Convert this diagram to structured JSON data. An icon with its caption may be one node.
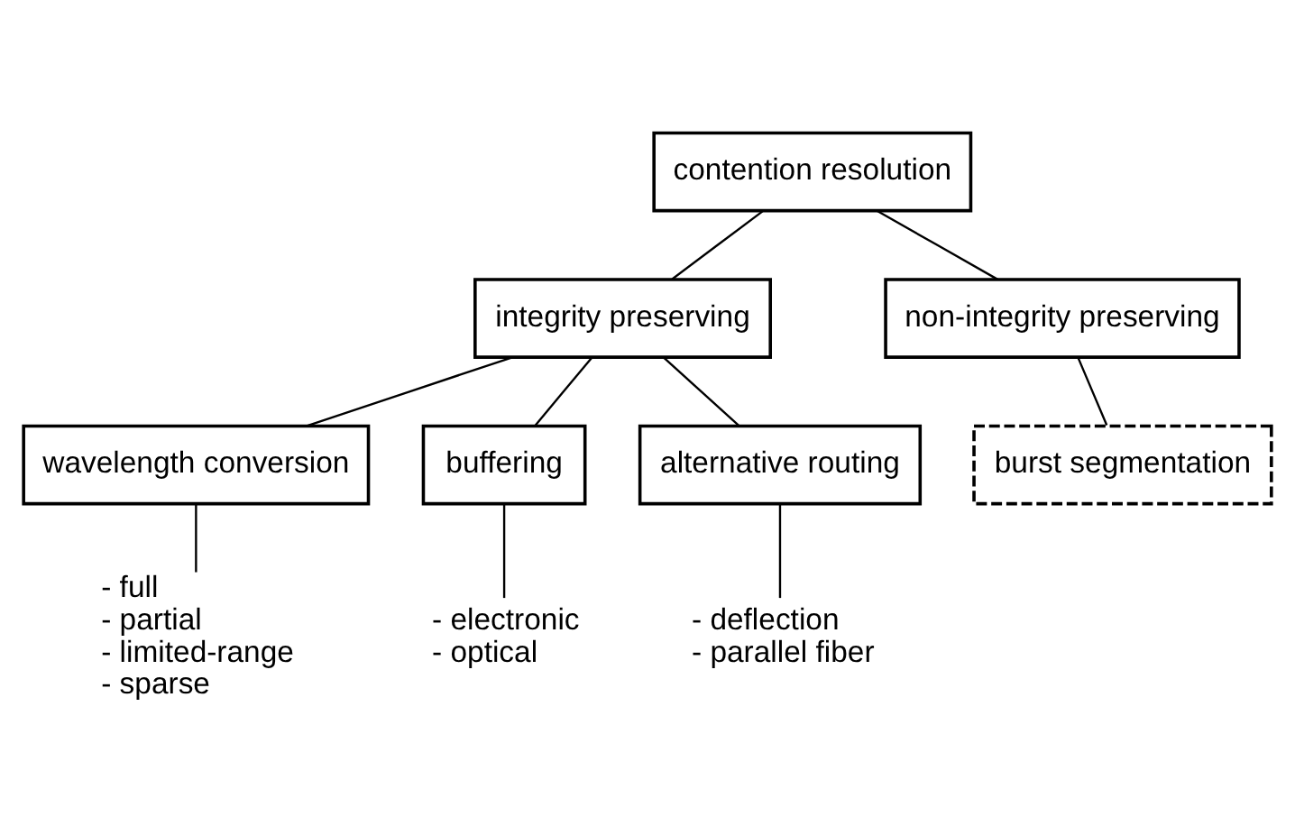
{
  "diagram": {
    "nodes": [
      {
        "text": [
          "contention resolution"
        ]
      },
      {
        "text": [
          "integrity preserving"
        ]
      },
      {
        "text": [
          "non-integrity preserving"
        ]
      },
      {
        "text": [
          "wavelength conversion"
        ]
      },
      {
        "text": [
          "buffering"
        ]
      },
      {
        "text": [
          "alternative routing"
        ]
      },
      {
        "text": [
          "burst segmentation"
        ]
      },
      {
        "text": [
          "- full",
          "- partial",
          "- limited-range",
          "- sparse"
        ]
      },
      {
        "text": [
          "- electronic",
          "- optical"
        ]
      },
      {
        "text": [
          "- deflection",
          "- parallel fiber"
        ]
      }
    ],
    "edges": [
      {
        "from": 0,
        "to": 1,
        "arrow": "none"
      },
      {
        "from": 0,
        "to": 2,
        "arrow": "none"
      },
      {
        "from": 1,
        "to": 3,
        "arrow": "none"
      },
      {
        "from": 1,
        "to": 4,
        "arrow": "none"
      },
      {
        "from": 1,
        "to": 5,
        "arrow": "none"
      },
      {
        "from": 2,
        "to": 6,
        "arrow": "none"
      },
      {
        "from": 3,
        "to": 7,
        "arrow": "none"
      },
      {
        "from": 4,
        "to": 8,
        "arrow": "none"
      },
      {
        "from": 5,
        "to": 9,
        "arrow": "none"
      }
    ]
  }
}
